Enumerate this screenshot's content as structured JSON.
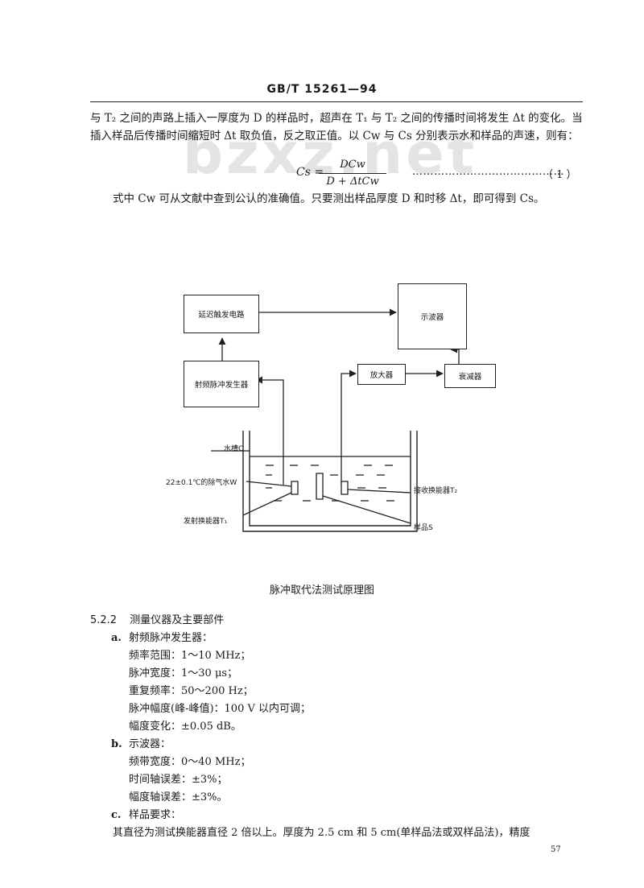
{
  "header": {
    "standard": "GB/T 15261—94"
  },
  "watermark": "bzxz.net",
  "intro": {
    "line1": "与 T₂ 之间的声路上插入一厚度为 D 的样品时，超声在 T₁ 与 T₂ 之间的传播时间将发生 Δt 的变化。当",
    "line2": "插入样品后传播时间缩短时 Δt 取负值，反之取正值。以 Cw 与 Cs 分别表示水和样品的声速，则有："
  },
  "formula": {
    "lhs": "Cs =",
    "numerator": "DCw",
    "denominator": "D + ΔtCw",
    "leaders": "……………………………………",
    "number": "（ 1 ）"
  },
  "explanation": "式中 Cw 可从文献中查到公认的准确值。只要测出样品厚度 D 和时移 Δt，即可得到 Cs。",
  "diagram": {
    "boxes": {
      "delay_trigger": "延迟触发电路",
      "oscilloscope": "示波器",
      "rf_generator": "射频脉冲发生器",
      "amplifier": "放大器",
      "attenuator": "衰减器"
    },
    "labels": {
      "tank": "水槽C",
      "water": "22±0.1℃的除气水W",
      "transmitter": "发射换能器T₁",
      "receiver": "接收换能器T₂",
      "sample": "样品S"
    }
  },
  "caption": "脉冲取代法测试原理图",
  "section": {
    "number": "5.2.2",
    "title": "测量仪器及主要部件",
    "items": [
      {
        "marker": "a.",
        "title": "射频脉冲发生器："
      },
      {
        "marker": "",
        "title": "频率范围：1～10 MHz；"
      },
      {
        "marker": "",
        "title": "脉冲宽度：1～30 μs；"
      },
      {
        "marker": "",
        "title": "重复频率：50～200 Hz；"
      },
      {
        "marker": "",
        "title": "脉冲幅度(峰-峰值)：100 V 以内可调；"
      },
      {
        "marker": "",
        "title": "幅度变化：±0.05 dB。"
      },
      {
        "marker": "b.",
        "title": "示波器："
      },
      {
        "marker": "",
        "title": "频带宽度：0～40 MHz；"
      },
      {
        "marker": "",
        "title": "时间轴误差：±3%；"
      },
      {
        "marker": "",
        "title": "幅度轴误差：±3%。"
      },
      {
        "marker": "c.",
        "title": "样品要求："
      }
    ],
    "final_line": "其直径为测试换能器直径 2 倍以上。厚度为 2.5 cm 和 5 cm(单样品法或双样品法)，精度"
  },
  "page_number": "57"
}
